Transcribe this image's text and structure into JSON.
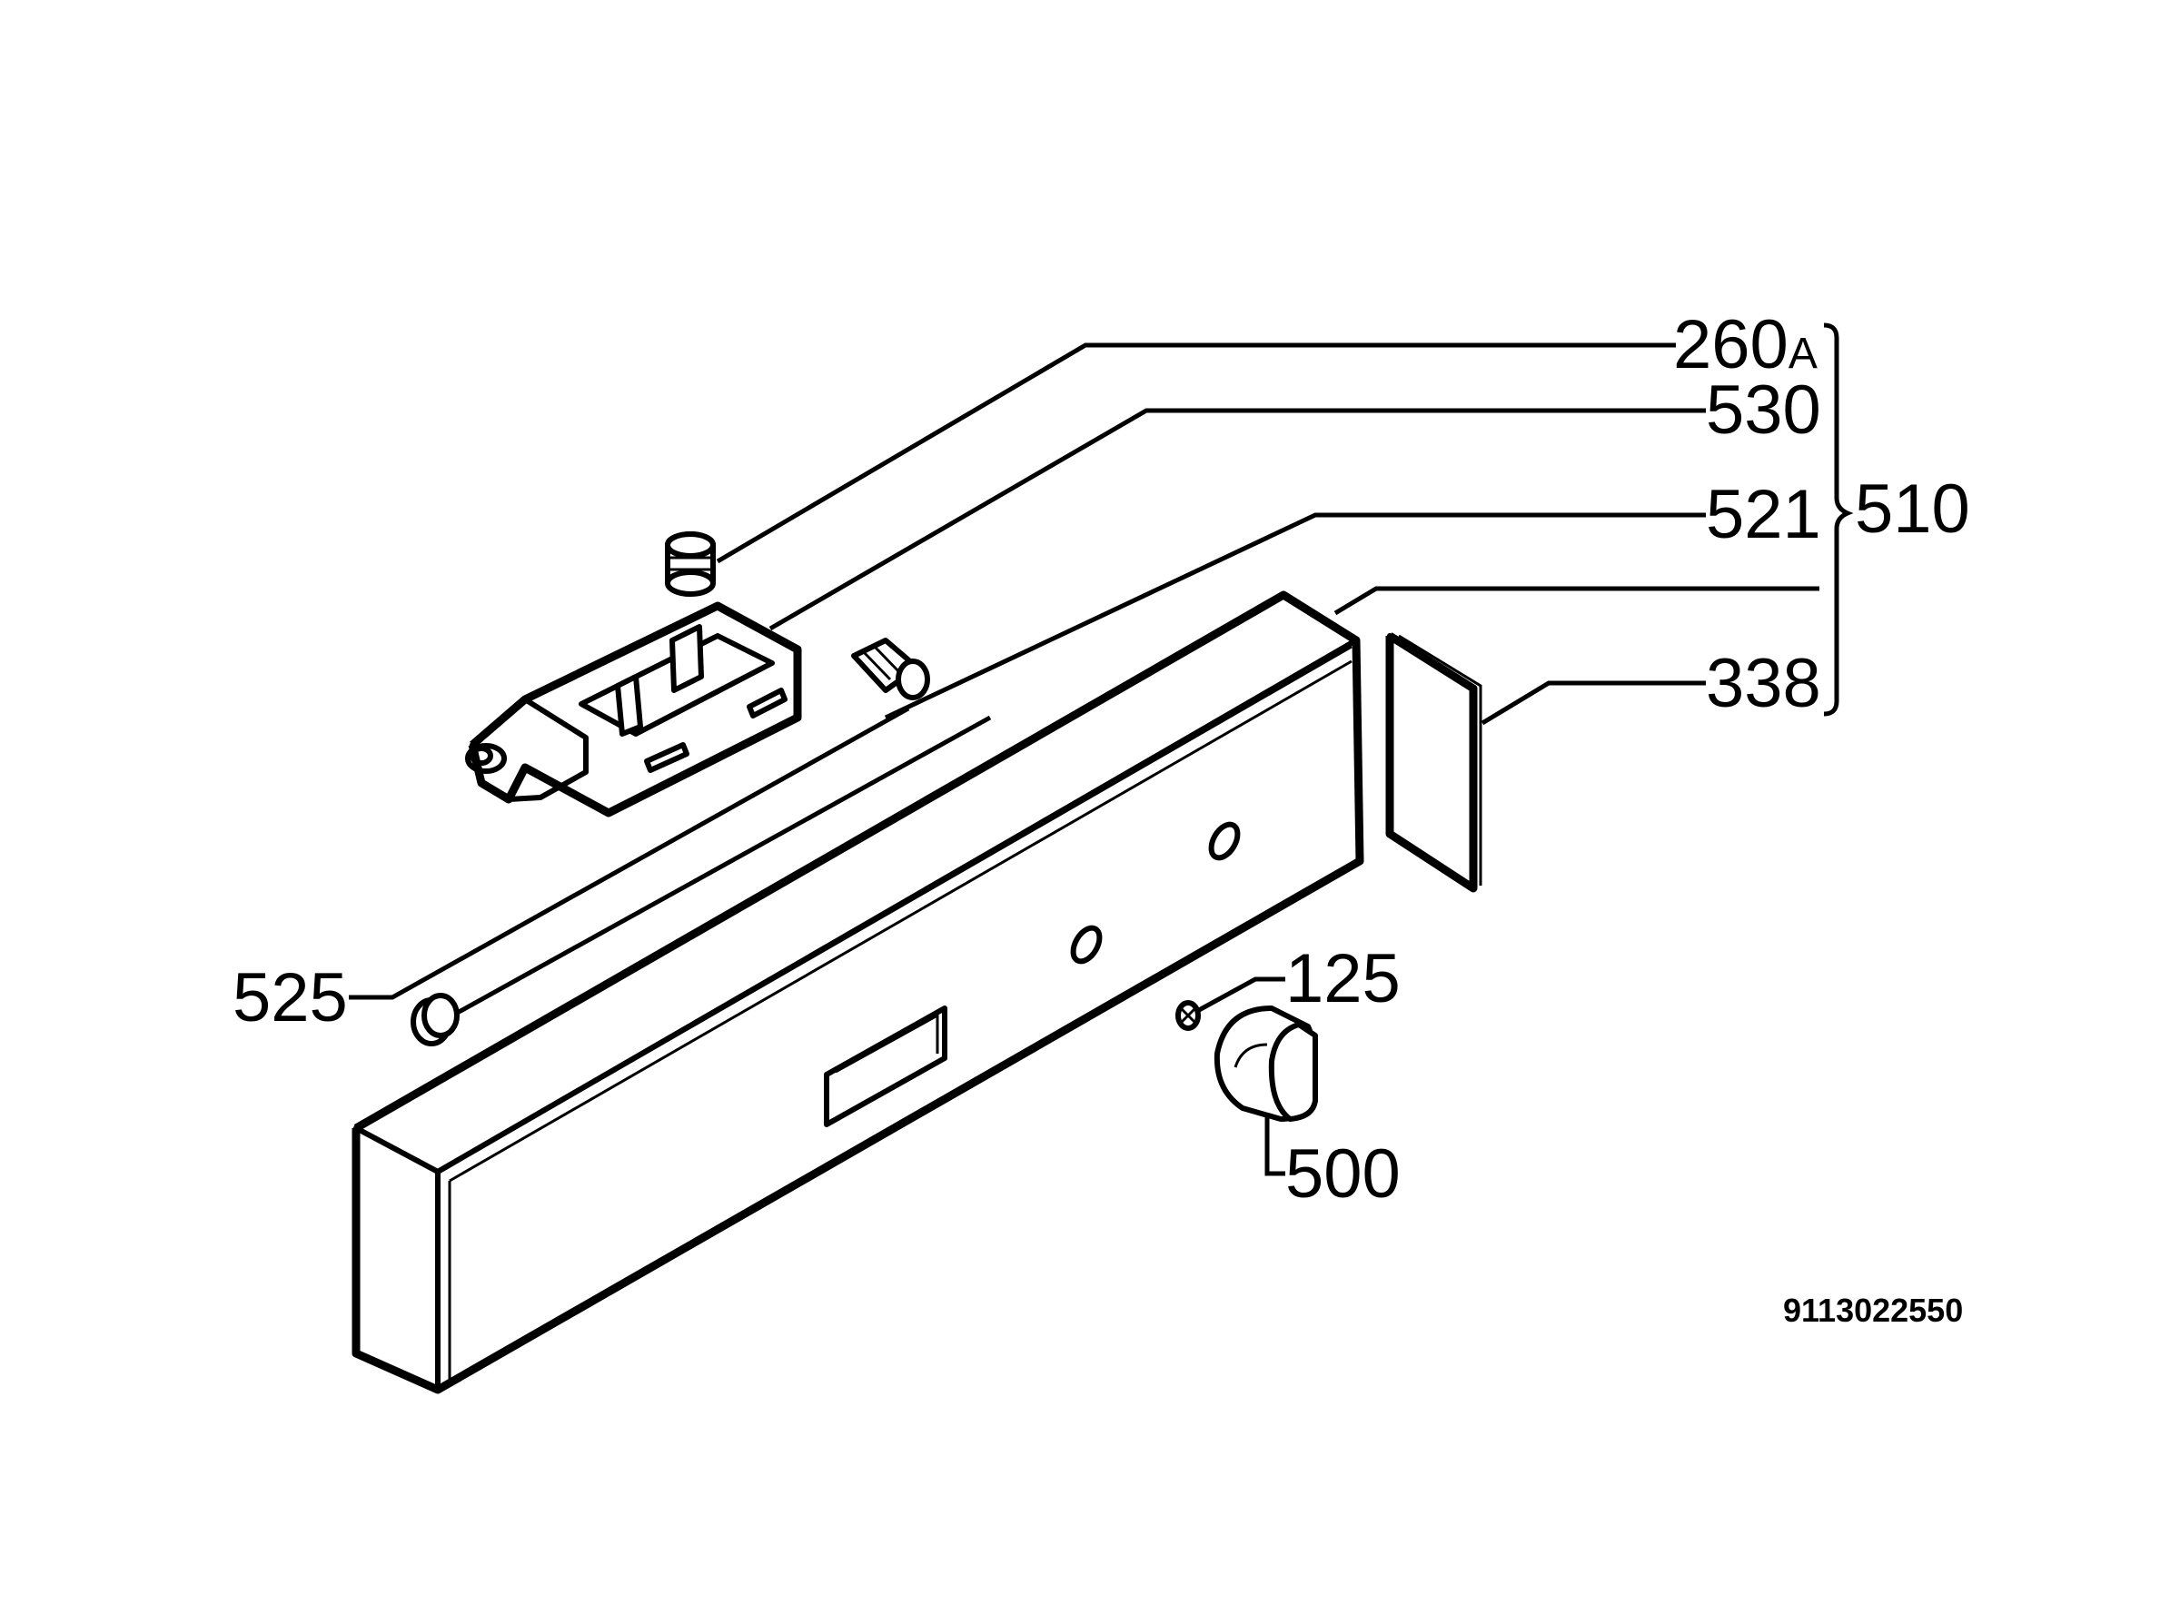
{
  "diagram": {
    "callouts": {
      "c260a": "260",
      "c260a_suffix": "A",
      "c530": "530",
      "c521": "521",
      "c510": "510",
      "c338": "338",
      "c525": "525",
      "c125": "125",
      "c500": "500"
    },
    "drawing_number": "9113022550"
  }
}
